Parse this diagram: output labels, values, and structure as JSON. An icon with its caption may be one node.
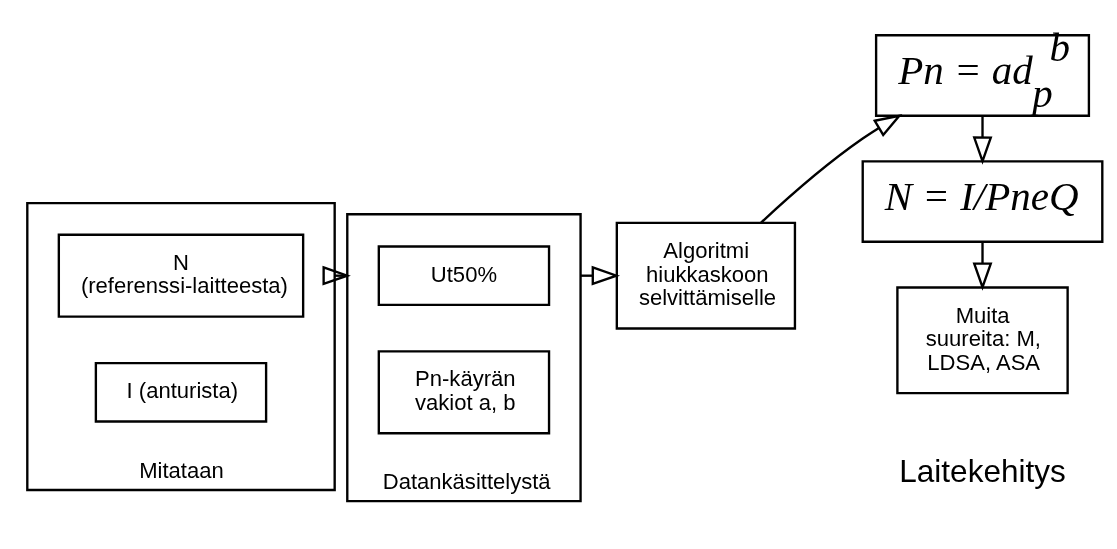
{
  "diagram": {
    "nodes": [
      {
        "text": [
          "Mitataan"
        ]
      },
      {
        "text": [
          "N (referenssi-laitteesta)"
        ],
        "in": 0
      },
      {
        "text": [
          "I (anturista)"
        ],
        "in": 0
      },
      {
        "text": [
          "Datankäsittelystä"
        ]
      },
      {
        "text": [
          "Ut50%"
        ],
        "in": 3
      },
      {
        "text": [
          "Pn-käyrän vakiot a, b"
        ],
        "in": 3
      },
      {
        "text": [
          "Algoritmi hiukkaskoon selvittämiselle"
        ]
      },
      {
        "text": [
          "Pn = ad$_{p}$$^{b}$"
        ]
      },
      {
        "text": [
          "N = I/PneQ"
        ]
      },
      {
        "text": [
          "Muita suureita: M, LDSA, ASA"
        ]
      }
    ],
    "edges": [
      {
        "from": 0,
        "to": 3,
        "arrow": "to"
      },
      {
        "from": 3,
        "to": 6,
        "arrow": "to"
      },
      {
        "from": 6,
        "to": 7,
        "arrow": "to"
      },
      {
        "from": 7,
        "to": 8,
        "arrow": "to"
      },
      {
        "from": 8,
        "to": 9,
        "arrow": "to"
      }
    ],
    "labels": [
      "Laitekehitys"
    ]
  }
}
